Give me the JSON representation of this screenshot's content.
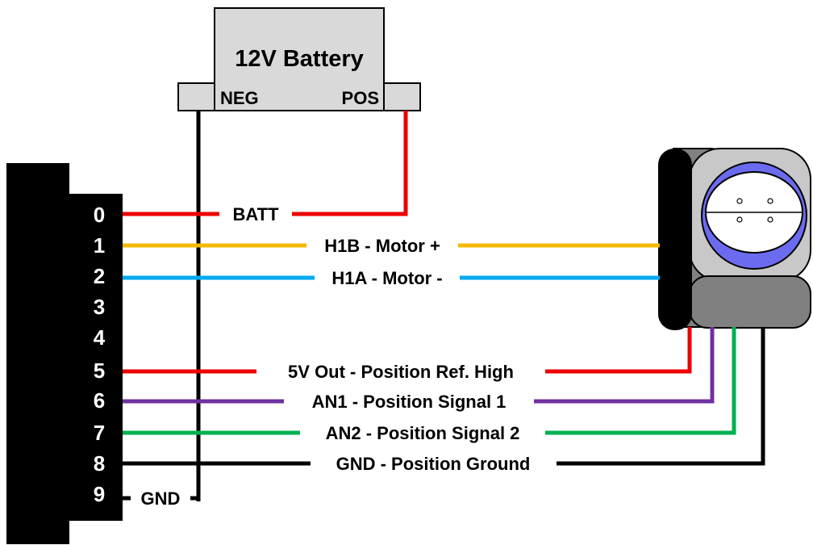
{
  "battery": {
    "title": "12V Battery",
    "neg_label": "NEG",
    "pos_label": "POS"
  },
  "connector": {
    "pins": [
      "0",
      "1",
      "2",
      "3",
      "4",
      "5",
      "6",
      "7",
      "8",
      "9"
    ]
  },
  "wires": {
    "batt": "BATT",
    "h1b": "H1B - Motor +",
    "h1a": "H1A - Motor -",
    "v5": "5V Out - Position Ref. High",
    "an1": "AN1 - Position Signal 1",
    "an2": "AN2 - Position Signal 2",
    "gnd_pos": "GND - Position Ground",
    "gnd": "GND"
  },
  "colors": {
    "red": "#ee0000",
    "yellow": "#f5b800",
    "blue": "#00aaee",
    "purple": "#7030a0",
    "green": "#00b050",
    "black": "#000000",
    "battery_gray": "#d9d9d9",
    "motor_gray": "#808080",
    "motor_light": "#c8c8c8",
    "motor_blue": "#6b6bf0"
  }
}
